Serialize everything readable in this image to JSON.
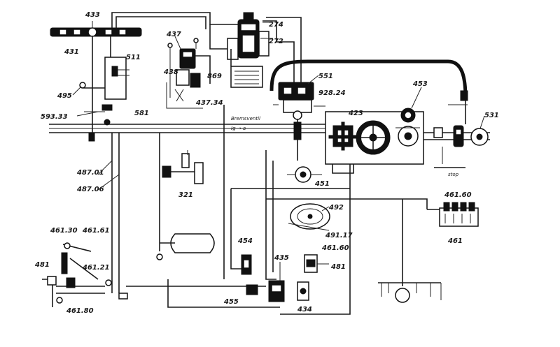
{
  "labels": {
    "l433": "433",
    "l431": "431",
    "l437": "437",
    "l274": "274",
    "l272": "272",
    "l438": "438",
    "l869": "869",
    "l511": "511",
    "l495": "495",
    "l43734": "437.34",
    "l551": "551",
    "l92824": "928.24",
    "l453": "453",
    "l593": "593.33",
    "l581": "581",
    "l423": "423",
    "l531": "531",
    "l48701": "487.01",
    "l48706": "487.06",
    "l321": "321",
    "l451": "451",
    "l46160a": "461.60",
    "l492": "492",
    "l49117": "491.17",
    "l461b": "461",
    "l46130": "461.30",
    "l46161": "461.61",
    "l46160b": "461.60",
    "l454": "454",
    "l435": "435",
    "l481": "481",
    "l481b": "481",
    "l46121": "461.21",
    "l455": "455",
    "l434": "434",
    "l46180": "461.80",
    "tag1": "Bremsventil",
    "tag2": "Ig → a",
    "tag3": "stop"
  }
}
